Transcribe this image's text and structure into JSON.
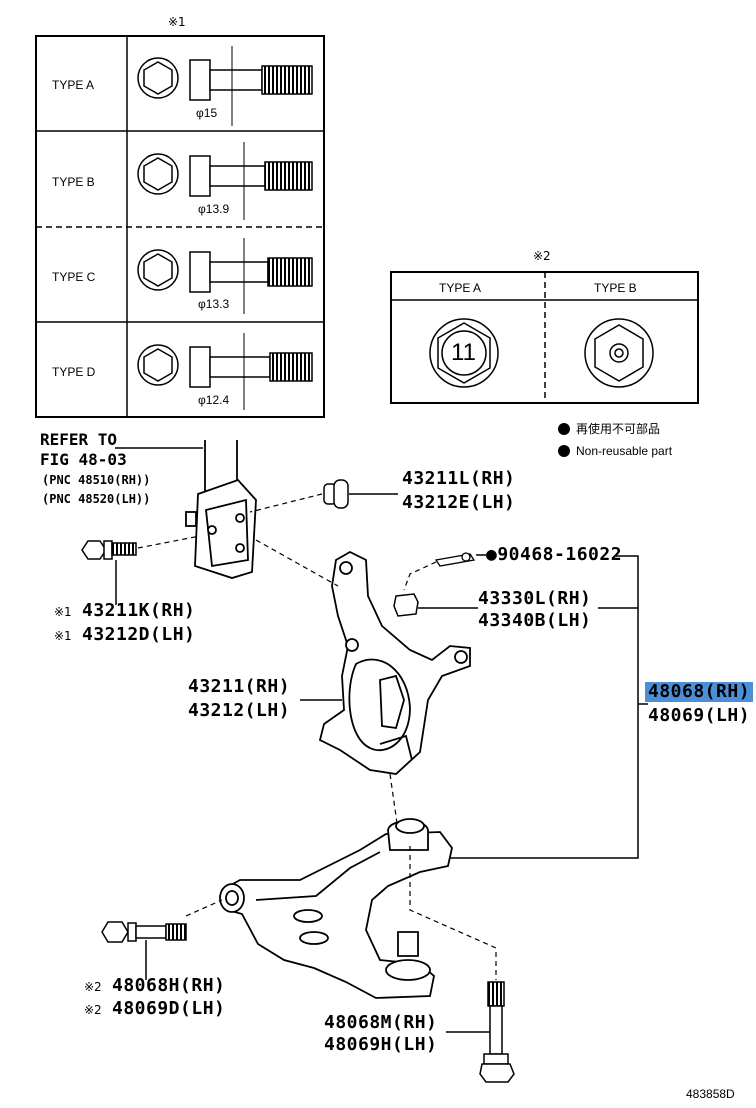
{
  "bolt_table": {
    "note_mark": "※1",
    "rows": [
      {
        "type": "TYPE A",
        "dia": "φ15"
      },
      {
        "type": "TYPE B",
        "dia": "φ13.9"
      },
      {
        "type": "TYPE C",
        "dia": "φ13.3"
      },
      {
        "type": "TYPE D",
        "dia": "φ12.4"
      }
    ]
  },
  "nut_table": {
    "note_mark": "※2",
    "headers": [
      "TYPE A",
      "TYPE B"
    ],
    "type_a_marking": "11"
  },
  "legend": {
    "jp": "再使用不可部品",
    "en": "Non-reusable part"
  },
  "refer": {
    "line1": "REFER TO",
    "line2": "FIG 48-03",
    "line3": "(PNC 48510(RH))",
    "line4": "(PNC 48520(LH))"
  },
  "parts": {
    "p43211L": "43211L(RH)",
    "p43212E": "43212E(LH)",
    "note1a": "※1",
    "p43211K": "43211K(RH)",
    "note1b": "※1",
    "p43212D": "43212D(LH)",
    "p90468": "●90468-16022",
    "p43330L": "43330L(RH)",
    "p43340B": "43340B(LH)",
    "p43211": "43211(RH)",
    "p43212": "43212(LH)",
    "p48068": "48068(RH)",
    "p48069": "48069(LH)",
    "note2a": "※2",
    "p48068H": "48068H(RH)",
    "note2b": "※2",
    "p48069D": "48069D(LH)",
    "p48068M": "48068M(RH)",
    "p48069H": "48069H(LH)"
  },
  "figure_id": "483858D"
}
